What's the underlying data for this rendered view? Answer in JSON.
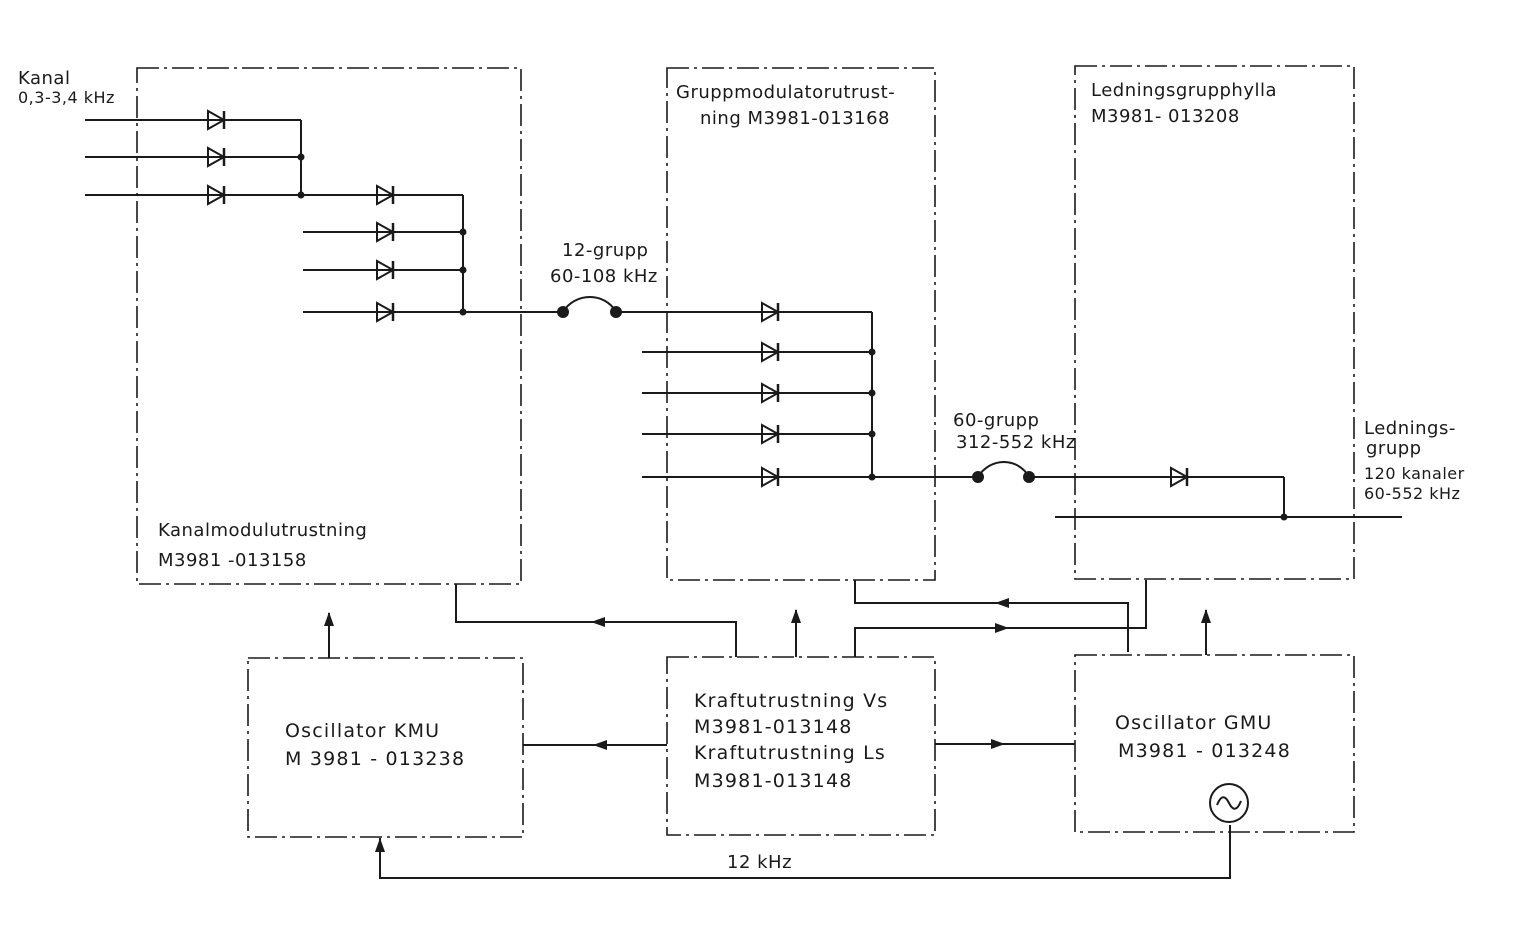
{
  "labels": {
    "kanal_title": "Kanal",
    "kanal_freq": "0,3-3,4 kHz",
    "kmu_title": "Kanalmodulutrustning",
    "kmu_code": "M3981 -013158",
    "gmu_title_1": "Gruppmodulatorutrust-",
    "gmu_title_2": "ning  M3981-013168",
    "lgh_title": "Ledningsgrupphylla",
    "lgh_code": "M3981- 013208",
    "group12_title": "12-grupp",
    "group12_freq": "60-108 kHz",
    "group60_title": "60-grupp",
    "group60_freq": "312-552 kHz",
    "out_title_1": "Lednings-",
    "out_title_2": "grupp",
    "out_channels": "120 kanaler",
    "out_freq": "60-552 kHz",
    "osc_kmu_title": "Oscillator  KMU",
    "osc_kmu_code": "M 3981 - 013238",
    "power_1": "Kraftutrustning  Vs",
    "power_2": "M3981-013148",
    "power_3": "Kraftutrustning  Ls",
    "power_4": "M3981-013148",
    "osc_gmu_title": "Oscillator  GMU",
    "osc_gmu_code": "M3981 - 013248",
    "freq_12k": "12 kHz"
  }
}
